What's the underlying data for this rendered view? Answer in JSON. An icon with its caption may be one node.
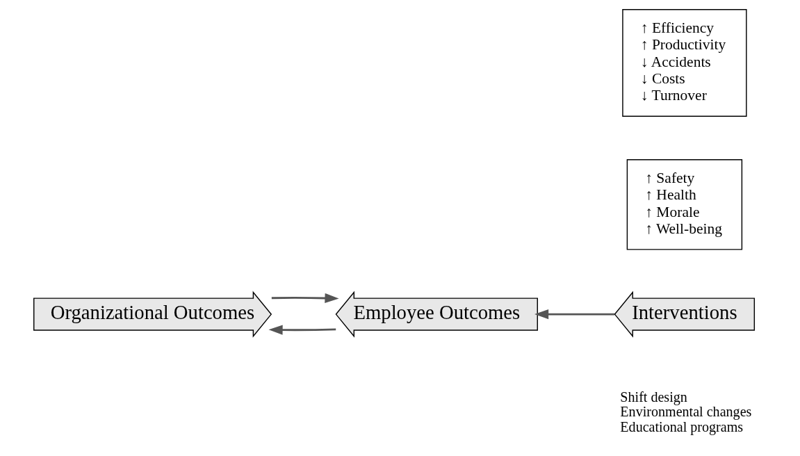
{
  "diagram": {
    "nodes": [
      {
        "text": [
          "Employee Outcomes"
        ]
      },
      {
        "text": [
          "Organizational Outcomes"
        ]
      },
      {
        "text": [
          "Interventions"
        ],
        "beside": [
          "Shift design",
          "Environmental changes",
          "Educational programs"
        ]
      },
      {
        "text": [
          "↑ Efficiency",
          "↑ Productivity",
          "↓ Accidents",
          "↓ Costs",
          "↓ Turnover"
        ]
      },
      {
        "text": [
          "↑ Safety",
          "↑ Health",
          "↑ Morale",
          "↑ Well-being"
        ]
      }
    ],
    "edges": [
      {
        "from": 0,
        "to": 1,
        "arrow": "to"
      },
      {
        "from": 1,
        "to": 0,
        "arrow": "to"
      },
      {
        "from": 2,
        "to": 0,
        "arrow": "to"
      }
    ]
  }
}
